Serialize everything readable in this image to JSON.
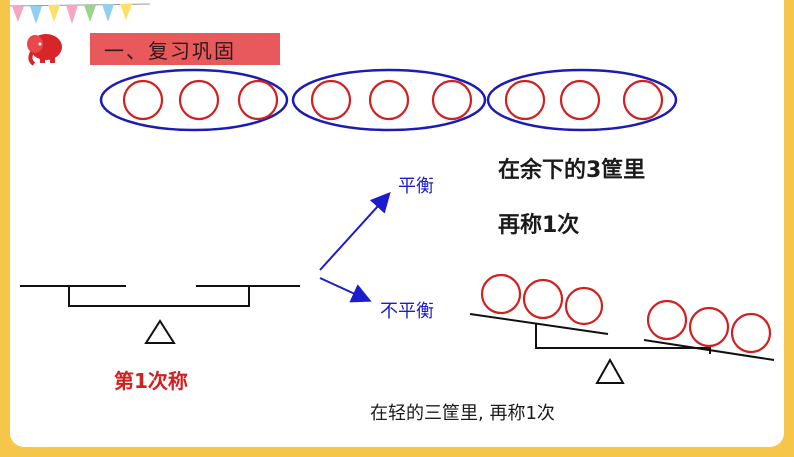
{
  "section_title": "一、复习巩固",
  "remaining_text": "在余下的3筐里",
  "weigh_again_text": "再称1次",
  "balanced_label": "平衡",
  "unbalanced_label": "不平衡",
  "first_weigh_label": "第1次称",
  "lighter_text": "在轻的三筐里, 再称1次",
  "colors": {
    "background": "#f6c64a",
    "title_bg": "#e8595b",
    "circle": "#d21f1f",
    "oval": "#1c1cb4",
    "arrow": "#1c1ccc",
    "mascot": "#d6262a"
  },
  "icons": [
    "bunting-flags",
    "elephant-mascot-icon"
  ]
}
